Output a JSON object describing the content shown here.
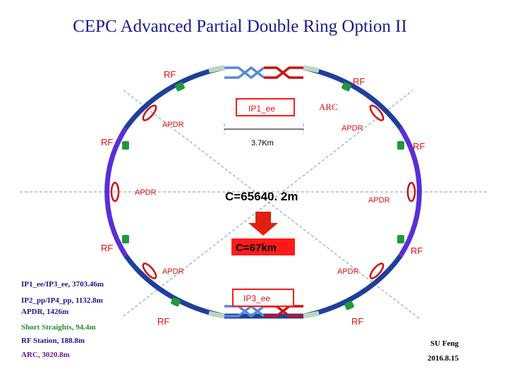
{
  "title": "CEPC Advanced Partial Double Ring Option II",
  "labels": {
    "rf": "RF",
    "apdr": "APDR",
    "ip1": "IP1_ee",
    "ip3": "IP3_ee",
    "arc": "ARC",
    "length": "3.7Km",
    "circumference": "C=65640. 2m",
    "new_circumference": "C=67km"
  },
  "legend": [
    {
      "text": "IP1_ee/IP3_ee, 3703.46m",
      "color": "#1a1a8c"
    },
    {
      "text": "IP2_pp/IP4_pp, 1132.8m",
      "color": "#1a1a8c"
    },
    {
      "text": "APDR, 1426m",
      "color": "#1a1a8c"
    },
    {
      "text": "Short Straights, 94.4m",
      "color": "#2e8b2e"
    },
    {
      "text": "RF Station, 188.8m",
      "color": "#1a1a8c"
    },
    {
      "text": "ARC, 3020.8m",
      "color": "#6a1a8c"
    }
  ],
  "credit": {
    "author": "SU Feng",
    "date": "2016.8.15"
  },
  "colors": {
    "ring_blue": "#1f3f9c",
    "ring_purple": "#5a2fd6",
    "rf_green": "#1e9a3c",
    "apdr_red": "#cc1111",
    "arrow_red": "#e02010",
    "box_red": "#ff1a1a",
    "label_red": "#e01010"
  }
}
